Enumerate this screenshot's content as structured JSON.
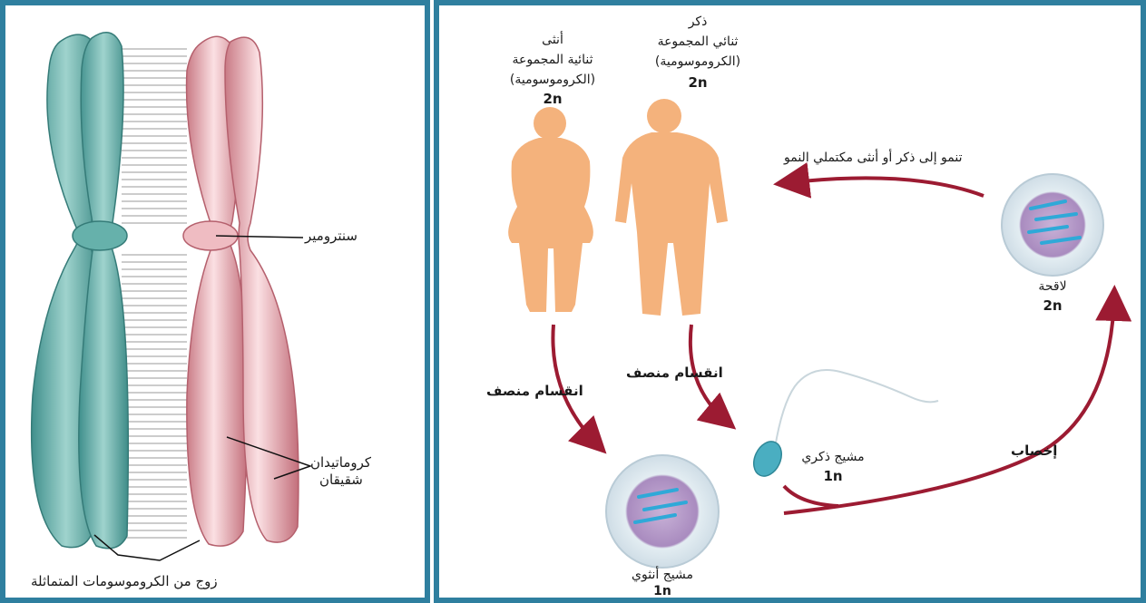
{
  "left": {
    "centromere_label": "سنترومير",
    "chromatids_label_line1": "كروماتيدان",
    "chromatids_label_line2": "شقيقان",
    "homologous_pair_label": "زوج من الكروموسومات المتماثلة"
  },
  "right": {
    "female": {
      "title": "أنثى",
      "line1": "ثنائية المجموعة",
      "line2": "(الكروموسومية)",
      "ploidy": "2n"
    },
    "male": {
      "title": "ذكر",
      "line1": "ثنائي المجموعة",
      "line2": "(الكروموسومية)",
      "ploidy": "2n"
    },
    "meiosis_left": "انقسام منصف",
    "meiosis_right": "انقسام منصف",
    "zygote_label": "لاقحة",
    "zygote_ploidy": "2n",
    "grow_label": "تنمو إلى ذكر أو أنثى مكتملي النمو",
    "fertilization_label": "إخصاب",
    "sperm_label": "مشيج ذكري",
    "sperm_ploidy": "1n",
    "egg_label": "مشيج أنثوي",
    "egg_ploidy": "1n"
  },
  "colors": {
    "frame": "#2f7f9f",
    "teal_chromosome": "#5aa7a3",
    "pink_chromosome": "#e3a3aa",
    "body_orange": "#f4b27c",
    "arrow_red": "#9c1b32"
  }
}
